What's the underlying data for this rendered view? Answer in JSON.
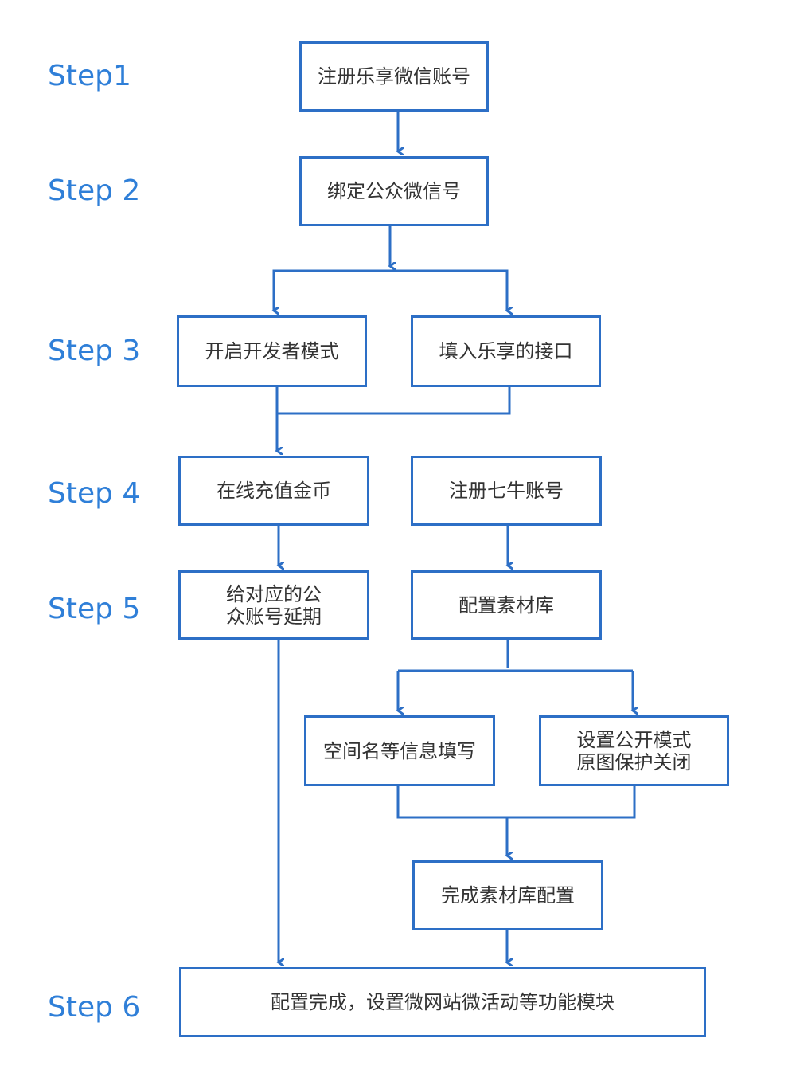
{
  "colors": {
    "accent": "#2d6fc6",
    "step_label": "#2f7fd8",
    "box_text": "#333333",
    "background": "#ffffff"
  },
  "steps": [
    {
      "id": "1",
      "label": "Step1"
    },
    {
      "id": "2",
      "label": "Step 2"
    },
    {
      "id": "3",
      "label": "Step 3"
    },
    {
      "id": "4",
      "label": "Step 4"
    },
    {
      "id": "5",
      "label": "Step 5"
    },
    {
      "id": "6",
      "label": "Step 6"
    }
  ],
  "nodes": {
    "register_lexiang": "注册乐享微信账号",
    "bind_public": "绑定公众微信号",
    "enable_dev_mode": "开启开发者模式",
    "fill_interface": "填入乐享的接口",
    "recharge_coins": "在线充值金币",
    "register_qiniu": "注册七牛账号",
    "extend_account": "给对应的公\n众账号延期",
    "config_library": "配置素材库",
    "fill_space_info": "空间名等信息填写",
    "public_mode": "设置公开模式\n原图保护关闭",
    "finish_library": "完成素材库配置",
    "final_config": "配置完成，设置微网站微活动等功能模块"
  },
  "edges": [
    [
      "register_lexiang",
      "bind_public"
    ],
    [
      "bind_public",
      "enable_dev_mode"
    ],
    [
      "bind_public",
      "fill_interface"
    ],
    [
      "enable_dev_mode",
      "recharge_coins"
    ],
    [
      "fill_interface",
      "recharge_coins"
    ],
    [
      "recharge_coins",
      "extend_account"
    ],
    [
      "register_qiniu",
      "config_library"
    ],
    [
      "config_library",
      "fill_space_info"
    ],
    [
      "config_library",
      "public_mode"
    ],
    [
      "fill_space_info",
      "finish_library"
    ],
    [
      "public_mode",
      "finish_library"
    ],
    [
      "extend_account",
      "final_config"
    ],
    [
      "finish_library",
      "final_config"
    ]
  ]
}
